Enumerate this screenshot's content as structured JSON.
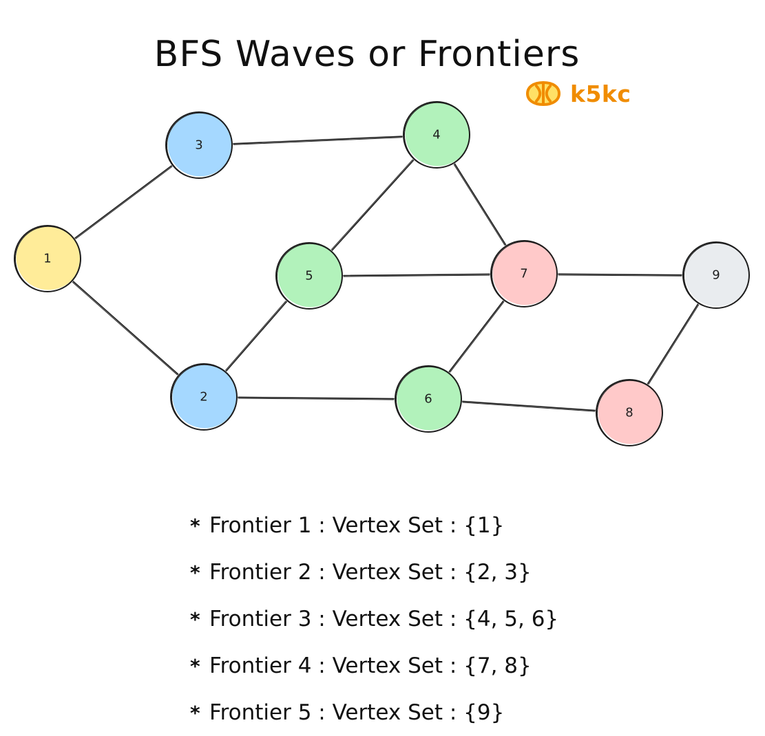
{
  "title": "BFS Waves or Frontiers",
  "brand": {
    "text": "k5kc",
    "color": "#f08c00",
    "icon": "k5kc-logo-icon"
  },
  "graph": {
    "nodes": [
      {
        "id": "1",
        "label": "1",
        "color": "#ffec99"
      },
      {
        "id": "2",
        "label": "2",
        "color": "#a5d8ff"
      },
      {
        "id": "3",
        "label": "3",
        "color": "#a5d8ff"
      },
      {
        "id": "4",
        "label": "4",
        "color": "#b2f2bb"
      },
      {
        "id": "5",
        "label": "5",
        "color": "#b2f2bb"
      },
      {
        "id": "6",
        "label": "6",
        "color": "#b2f2bb"
      },
      {
        "id": "7",
        "label": "7",
        "color": "#ffc9c9"
      },
      {
        "id": "8",
        "label": "8",
        "color": "#ffc9c9"
      },
      {
        "id": "9",
        "label": "9",
        "color": "#e9ecef"
      }
    ],
    "edges": [
      [
        "1",
        "3"
      ],
      [
        "1",
        "2"
      ],
      [
        "3",
        "4"
      ],
      [
        "4",
        "5"
      ],
      [
        "4",
        "7"
      ],
      [
        "5",
        "7"
      ],
      [
        "5",
        "2"
      ],
      [
        "2",
        "6"
      ],
      [
        "6",
        "7"
      ],
      [
        "6",
        "8"
      ],
      [
        "7",
        "9"
      ],
      [
        "8",
        "9"
      ]
    ]
  },
  "frontiers": [
    {
      "bullet": "*",
      "text": "Frontier 1 : Vertex Set : {1}"
    },
    {
      "bullet": "*",
      "text": "Frontier 2 : Vertex Set : {2, 3}"
    },
    {
      "bullet": "*",
      "text": "Frontier 3 : Vertex Set : {4, 5, 6}"
    },
    {
      "bullet": "*",
      "text": "Frontier 4 : Vertex Set : {7, 8}"
    },
    {
      "bullet": "*",
      "text": "Frontier 5 : Vertex Set : {9}"
    }
  ]
}
